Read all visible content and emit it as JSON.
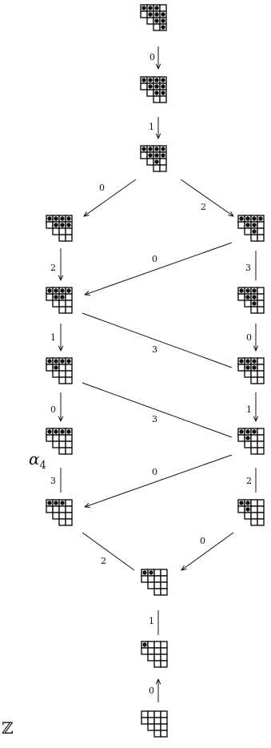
{
  "diagram": {
    "side_label": {
      "main": "α",
      "sub": "4"
    },
    "corner_label": "ℤ",
    "tableaux": [
      {
        "id": "t1",
        "rows": [
          3,
          4,
          4,
          4
        ],
        "dots": [
          [
            0,
            0
          ],
          [
            0,
            1
          ],
          [
            0,
            2
          ],
          [
            1,
            1
          ],
          [
            1,
            2
          ],
          [
            1,
            3
          ],
          [
            2,
            2
          ],
          [
            2,
            3
          ],
          [
            3,
            3
          ]
        ]
      },
      {
        "id": "t2",
        "rows": [
          3,
          4,
          4,
          4
        ],
        "dots": [
          [
            0,
            0
          ],
          [
            0,
            1
          ],
          [
            0,
            2
          ],
          [
            0,
            3
          ],
          [
            1,
            1
          ],
          [
            1,
            2
          ],
          [
            1,
            3
          ],
          [
            2,
            2
          ],
          [
            2,
            3
          ]
        ]
      },
      {
        "id": "t3",
        "rows": [
          3,
          4,
          4,
          4
        ],
        "dots": [
          [
            0,
            0
          ],
          [
            0,
            1
          ],
          [
            0,
            2
          ],
          [
            0,
            3
          ],
          [
            1,
            1
          ],
          [
            1,
            2
          ],
          [
            1,
            3
          ],
          [
            2,
            2
          ]
        ]
      },
      {
        "id": "t4",
        "rows": [
          3,
          4,
          4,
          4
        ],
        "dots": [
          [
            0,
            0
          ],
          [
            0,
            1
          ],
          [
            0,
            2
          ],
          [
            0,
            3
          ],
          [
            1,
            1
          ],
          [
            1,
            2
          ],
          [
            1,
            3
          ]
        ]
      },
      {
        "id": "t5",
        "rows": [
          3,
          4,
          4,
          4
        ],
        "dots": [
          [
            0,
            0
          ],
          [
            0,
            1
          ],
          [
            0,
            2
          ],
          [
            0,
            3
          ],
          [
            1,
            1
          ],
          [
            1,
            2
          ],
          [
            2,
            2
          ]
        ]
      },
      {
        "id": "t6",
        "rows": [
          3,
          4,
          4,
          4
        ],
        "dots": [
          [
            0,
            0
          ],
          [
            0,
            1
          ],
          [
            0,
            2
          ],
          [
            0,
            3
          ],
          [
            1,
            1
          ],
          [
            1,
            2
          ]
        ]
      },
      {
        "id": "t7",
        "rows": [
          3,
          4,
          4,
          4
        ],
        "dots": [
          [
            0,
            0
          ],
          [
            0,
            1
          ],
          [
            0,
            2
          ],
          [
            1,
            1
          ],
          [
            1,
            2
          ],
          [
            2,
            2
          ]
        ]
      },
      {
        "id": "t8",
        "rows": [
          3,
          4,
          4,
          4
        ],
        "dots": [
          [
            0,
            0
          ],
          [
            0,
            1
          ],
          [
            0,
            2
          ],
          [
            0,
            3
          ],
          [
            1,
            1
          ]
        ]
      },
      {
        "id": "t9",
        "rows": [
          3,
          4,
          4,
          4
        ],
        "dots": [
          [
            0,
            0
          ],
          [
            0,
            1
          ],
          [
            0,
            2
          ],
          [
            1,
            1
          ],
          [
            1,
            2
          ]
        ]
      },
      {
        "id": "t10",
        "rows": [
          3,
          4,
          4,
          4
        ],
        "dots": [
          [
            0,
            0
          ],
          [
            0,
            1
          ],
          [
            0,
            2
          ],
          [
            0,
            3
          ]
        ]
      },
      {
        "id": "t11",
        "rows": [
          3,
          4,
          4,
          4
        ],
        "dots": [
          [
            0,
            0
          ],
          [
            0,
            1
          ],
          [
            0,
            2
          ],
          [
            1,
            1
          ]
        ]
      },
      {
        "id": "t12",
        "rows": [
          3,
          4,
          4,
          4
        ],
        "dots": [
          [
            0,
            0
          ],
          [
            0,
            1
          ],
          [
            0,
            2
          ]
        ]
      },
      {
        "id": "t13",
        "rows": [
          3,
          4,
          4,
          4
        ],
        "dots": [
          [
            0,
            0
          ],
          [
            0,
            1
          ],
          [
            1,
            1
          ]
        ]
      },
      {
        "id": "t14",
        "rows": [
          3,
          4,
          4,
          4
        ],
        "dots": [
          [
            0,
            0
          ],
          [
            0,
            1
          ]
        ]
      },
      {
        "id": "t15",
        "rows": [
          3,
          4,
          4,
          4
        ],
        "dots": [
          [
            0,
            0
          ]
        ]
      },
      {
        "id": "t16",
        "rows": [
          3,
          4,
          4,
          4
        ],
        "dots": []
      }
    ],
    "edges": [
      {
        "from": "t1",
        "to": "t2",
        "label": "0",
        "arrow": "down"
      },
      {
        "from": "t2",
        "to": "t3",
        "label": "1",
        "arrow": "down"
      },
      {
        "from": "t3",
        "to": "t4",
        "label": "0",
        "arrow": "down"
      },
      {
        "from": "t3",
        "to": "t5",
        "label": "2",
        "arrow": "down"
      },
      {
        "from": "t4",
        "to": "t6",
        "label": "2",
        "arrow": "down"
      },
      {
        "from": "t5",
        "to": "t6",
        "label": "0",
        "arrow": "down"
      },
      {
        "from": "t5",
        "to": "t7",
        "label": "3",
        "arrow": "none"
      },
      {
        "from": "t6",
        "to": "t8",
        "label": "1",
        "arrow": "down"
      },
      {
        "from": "t6",
        "to": "t9",
        "label": "3",
        "arrow": "none"
      },
      {
        "from": "t7",
        "to": "t9",
        "label": "0",
        "arrow": "down"
      },
      {
        "from": "t8",
        "to": "t10",
        "label": "0",
        "arrow": "down"
      },
      {
        "from": "t8",
        "to": "t11",
        "label": "3",
        "arrow": "none"
      },
      {
        "from": "t9",
        "to": "t11",
        "label": "1",
        "arrow": "down"
      },
      {
        "from": "t10",
        "to": "t12",
        "label": "3",
        "arrow": "none"
      },
      {
        "from": "t11",
        "to": "t12",
        "label": "0",
        "arrow": "down"
      },
      {
        "from": "t11",
        "to": "t13",
        "label": "2",
        "arrow": "none"
      },
      {
        "from": "t12",
        "to": "t14",
        "label": "2",
        "arrow": "none"
      },
      {
        "from": "t13",
        "to": "t14",
        "label": "0",
        "arrow": "down"
      },
      {
        "from": "t14",
        "to": "t15",
        "label": "1",
        "arrow": "none"
      },
      {
        "from": "t16",
        "to": "t15",
        "label": "0",
        "arrow": "up"
      }
    ]
  }
}
